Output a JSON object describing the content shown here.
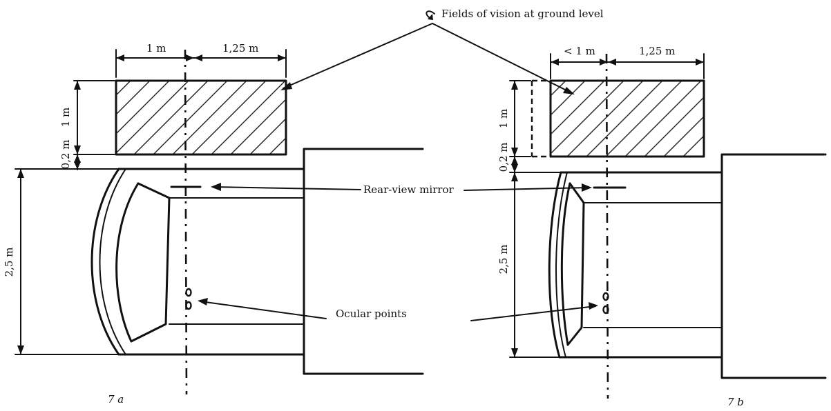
{
  "labels": {
    "fields_of_vision": "Fields of vision at ground level",
    "rear_view_mirror": "Rear-view mirror",
    "ocular_points": "Ocular points"
  },
  "fig_a": {
    "caption": "7 a",
    "dim_left_width": "1 m",
    "dim_right_width": "1,25 m",
    "dim_field_depth": "1 m",
    "dim_gap": "0,2 m",
    "dim_vehicle_width": "2,5 m"
  },
  "fig_b": {
    "caption": "7 b",
    "dim_left_width": "< 1 m",
    "dim_right_width": "1,25 m",
    "dim_field_depth": "1 m",
    "dim_gap": "0,2 m",
    "dim_vehicle_width": "2,5 m"
  }
}
